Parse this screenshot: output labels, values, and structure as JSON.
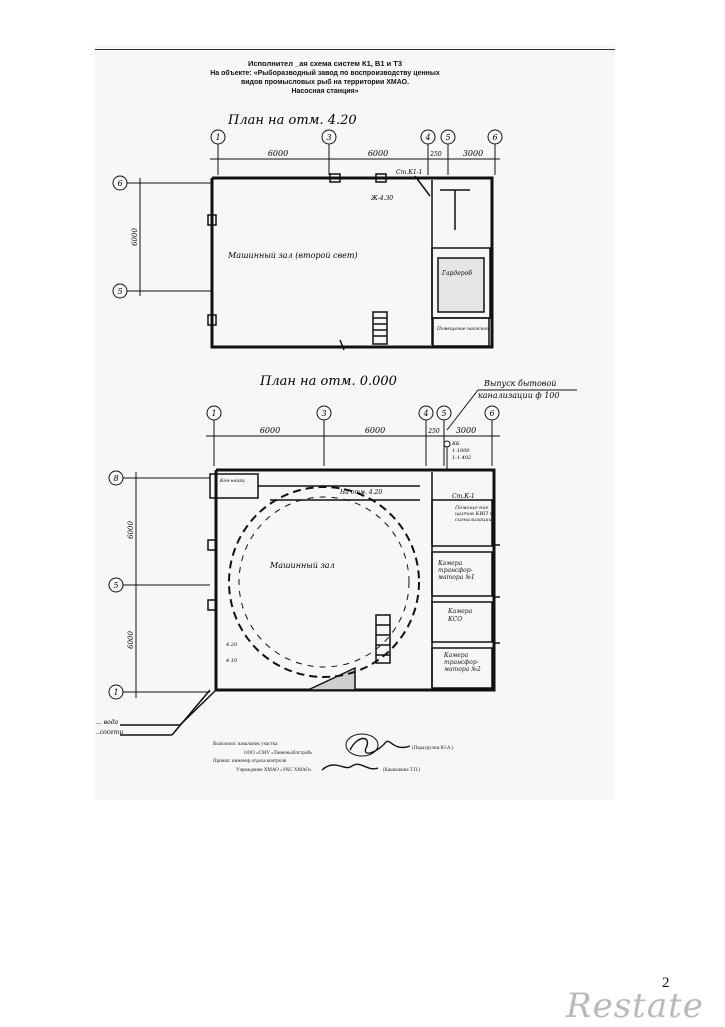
{
  "header": {
    "line1": "Исполнител _ая схема систем К1, В1 и Т3",
    "line2": "На объекте: «Рыборазводный завод по воспроизводству ценных",
    "line3": "видов промысловых рыб на территории ХМАО.",
    "line4": "Насосная станция»"
  },
  "plan_upper": {
    "title": "План на отм. 4.20",
    "axes": [
      "1",
      "3",
      "4",
      "5",
      "6"
    ],
    "rows": [
      "6",
      "5"
    ],
    "dims": [
      "6000",
      "6000",
      "250",
      "3000"
    ],
    "side_dim": "6000",
    "hall_label": "Машинный зал (второй свет)",
    "riser": "Ст.К1-1",
    "mark": "Ж-4.30",
    "wc": "Гардероб",
    "room_small": "Помещение насосной"
  },
  "plan_lower": {
    "title": "План на отм. 0.000",
    "outlet_note_1": "Выпуск бытовой",
    "outlet_note_2": "канализации ф 100",
    "axes": [
      "1",
      "3",
      "4",
      "5",
      "6"
    ],
    "rows": [
      "8",
      "5",
      "1"
    ],
    "dims": [
      "6000",
      "6000",
      "250",
      "3000"
    ],
    "side_dims": [
      "6000",
      "6000"
    ],
    "hall_label": "Машинный зал",
    "mark": "На отм. 4.20",
    "riser": "Ст.К-1",
    "kk_1": "КК",
    "kk_2": "1-1000",
    "kk_3": "1-1.402",
    "room1": "Помеще-ние щитов КИП и сигнализации",
    "room2": "Камера трансфор-матора №1",
    "room3": "Камера КСО",
    "room4": "Камера трансфор-матора №2",
    "entry_note_1": "... вода",
    "entry_note_2": "..сосети",
    "small_marks": [
      "4.20",
      "4.10",
      "Кон-нейки"
    ]
  },
  "signatures": {
    "line1": "Выполнил: начальник участка",
    "line2": "ООО «СМУ «Тюменьоблстрой»",
    "name1": "(Парахрулин Ю.А.)",
    "line3": "Принял: инженер отдела контроля",
    "line4": "Учреждение ХМАО «УКС ХМАО»",
    "name2": "(Кашковина Т.П.)"
  },
  "page_number": "2",
  "logo_text": "Restate"
}
